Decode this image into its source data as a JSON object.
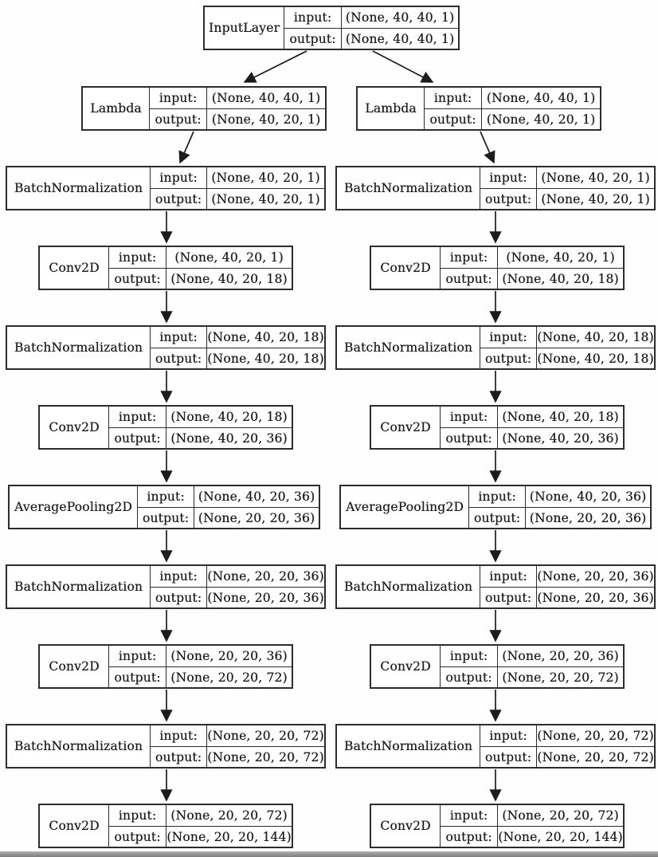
{
  "diagram": {
    "labels": {
      "input": "input:",
      "output": "output:"
    },
    "input_node": {
      "name": "InputLayer",
      "input": "(None, 40, 40, 1)",
      "output": "(None, 40, 40, 1)"
    },
    "branches": [
      {
        "side": "left",
        "nodes": [
          {
            "name": "Lambda",
            "input": "(None, 40, 40, 1)",
            "output": "(None, 40, 20, 1)"
          },
          {
            "name": "BatchNormalization",
            "input": "(None, 40, 20, 1)",
            "output": "(None, 40, 20, 1)"
          },
          {
            "name": "Conv2D",
            "input": "(None, 40, 20, 1)",
            "output": "(None, 40, 20, 18)"
          },
          {
            "name": "BatchNormalization",
            "input": "(None, 40, 20, 18)",
            "output": "(None, 40, 20, 18)"
          },
          {
            "name": "Conv2D",
            "input": "(None, 40, 20, 18)",
            "output": "(None, 40, 20, 36)"
          },
          {
            "name": "AveragePooling2D",
            "input": "(None, 40, 20, 36)",
            "output": "(None, 20, 20, 36)"
          },
          {
            "name": "BatchNormalization",
            "input": "(None, 20, 20, 36)",
            "output": "(None, 20, 20, 36)"
          },
          {
            "name": "Conv2D",
            "input": "(None, 20, 20, 36)",
            "output": "(None, 20, 20, 72)"
          },
          {
            "name": "BatchNormalization",
            "input": "(None, 20, 20, 72)",
            "output": "(None, 20, 20, 72)"
          },
          {
            "name": "Conv2D",
            "input": "(None, 20, 20, 72)",
            "output": "(None, 20, 20, 144)"
          }
        ]
      },
      {
        "side": "right",
        "nodes": [
          {
            "name": "Lambda",
            "input": "(None, 40, 40, 1)",
            "output": "(None, 40, 20, 1)"
          },
          {
            "name": "BatchNormalization",
            "input": "(None, 40, 20, 1)",
            "output": "(None, 40, 20, 1)"
          },
          {
            "name": "Conv2D",
            "input": "(None, 40, 20, 1)",
            "output": "(None, 40, 20, 18)"
          },
          {
            "name": "BatchNormalization",
            "input": "(None, 40, 20, 18)",
            "output": "(None, 40, 20, 18)"
          },
          {
            "name": "Conv2D",
            "input": "(None, 40, 20, 18)",
            "output": "(None, 40, 20, 36)"
          },
          {
            "name": "AveragePooling2D",
            "input": "(None, 40, 20, 36)",
            "output": "(None, 20, 20, 36)"
          },
          {
            "name": "BatchNormalization",
            "input": "(None, 20, 20, 36)",
            "output": "(None, 20, 20, 36)"
          },
          {
            "name": "Conv2D",
            "input": "(None, 20, 20, 36)",
            "output": "(None, 20, 20, 72)"
          },
          {
            "name": "BatchNormalization",
            "input": "(None, 20, 20, 72)",
            "output": "(None, 20, 20, 72)"
          },
          {
            "name": "Conv2D",
            "input": "(None, 20, 20, 72)",
            "output": "(None, 20, 20, 144)"
          }
        ]
      }
    ]
  }
}
